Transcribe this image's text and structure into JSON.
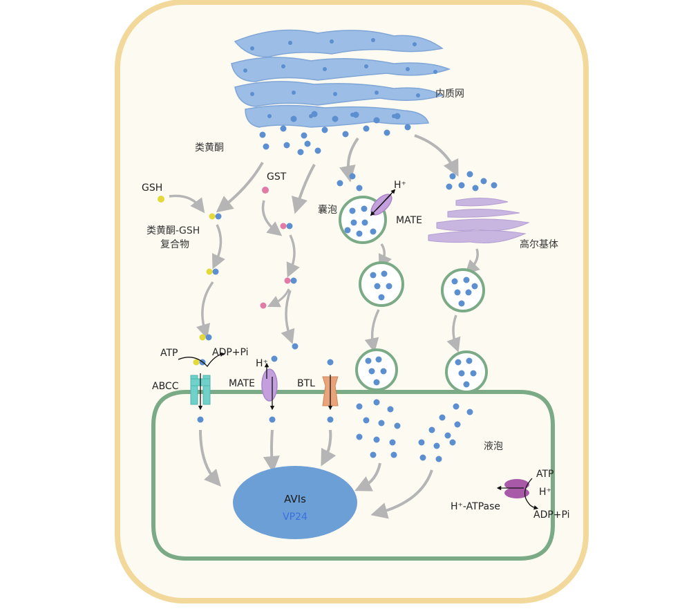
{
  "labels": {
    "er": "内质网",
    "flavonoid": "类黄酮",
    "gsh": "GSH",
    "gst": "GST",
    "complex_line1": "类黄酮-GSH",
    "complex_line2": "复合物",
    "vesicle": "囊泡",
    "h_plus_vesicle": "H⁺",
    "mate_vesicle": "MATE",
    "golgi": "高尔基体",
    "atp_abcc": "ATP",
    "adp_pi_abcc": "ADP+Pi",
    "abcc": "ABCC",
    "h_plus_mate": "H⁺",
    "mate": "MATE",
    "btl": "BTL",
    "vacuole": "液泡",
    "avis": "AVIs",
    "vp24": "VP24",
    "atp_pump": "ATP",
    "h_plus_pump": "H⁺",
    "h_atpase": "H⁺-ATPase",
    "adp_pi_pump": "ADP+Pi"
  },
  "colors": {
    "cell_wall": "#f2d89a",
    "cell_fill": "#fdfaf1",
    "vacuole_border": "#7aab86",
    "er": "#9bbde6",
    "golgi": "#c9b6e0",
    "flavonoid_dot": "#5b8fd0",
    "gsh_dot": "#e3d93a",
    "gst_dot": "#e27aa6",
    "avis": "#6c9fd6",
    "vp24_text": "#3a6fe0",
    "abcc": "#6fd1c9",
    "mate": "#c3a0dd",
    "btl": "#e8a37a",
    "h_atpase": "#a85aa8",
    "arrow": "#b5b5b5"
  }
}
